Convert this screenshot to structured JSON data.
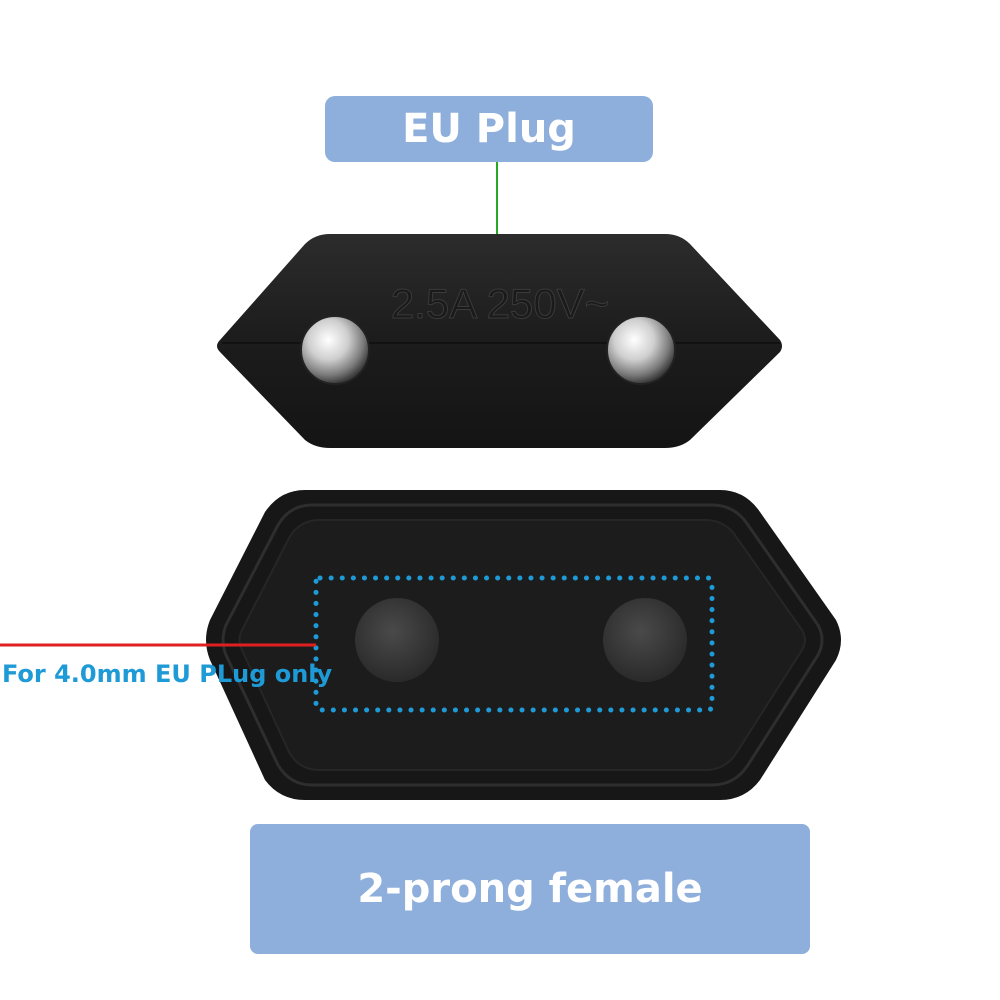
{
  "labels": {
    "top": "EU Plug",
    "bottom": "2-prong female",
    "note": "For 4.0mm EU PLug only"
  },
  "plug": {
    "rating": "2.5A 250V~"
  },
  "colors": {
    "label_bg": "#8eaedb",
    "label_text": "#ffffff",
    "note_text": "#1e9ad6",
    "pointer_red": "#e02020",
    "pointer_green": "#22aa22",
    "body": "#1a1a1a"
  }
}
